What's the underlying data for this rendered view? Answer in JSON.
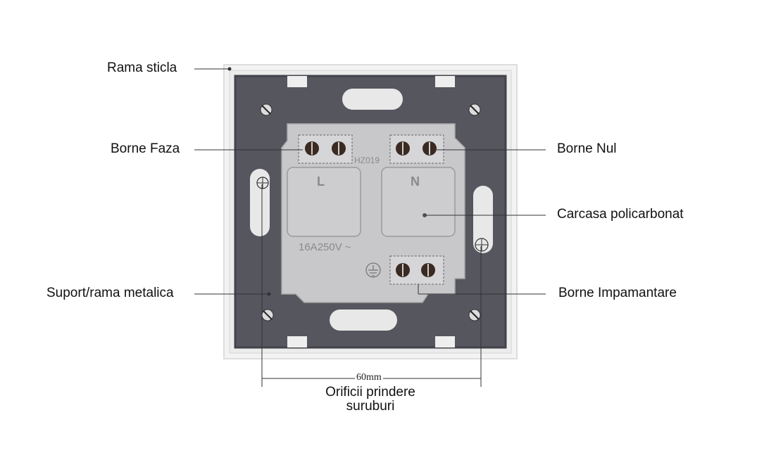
{
  "labels": {
    "rama_sticla": "Rama sticla",
    "borne_faza": "Borne Faza",
    "borne_nul": "Borne Nul",
    "carcasa": "Carcasa policarbonat",
    "suport": "Suport/rama metalica",
    "borne_impamantare": "Borne Impamantare"
  },
  "housing_marks": {
    "model": "HZ019",
    "line": "L",
    "neutral": "N",
    "rating": "16A250V ~"
  },
  "dimension": {
    "value": "60mm",
    "caption_line1": "Orificii prindere",
    "caption_line2": "suruburi"
  },
  "colors": {
    "glass_frame": "#f2f2f2",
    "metal_plate": "#55555e",
    "polycarbonate": "#c4c4c6",
    "leader_line": "#333333"
  }
}
